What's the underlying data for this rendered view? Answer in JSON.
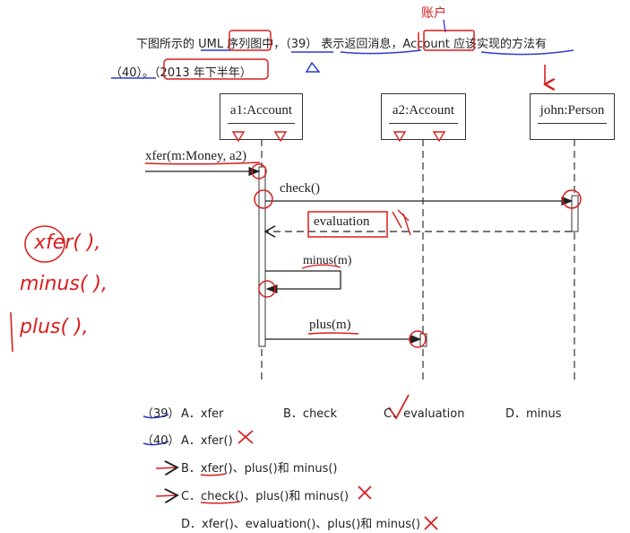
{
  "question": {
    "line1": "下图所示的 UML 序列图中，（39） 表示返回消息，Account 应该实现的方法有",
    "line2": "（40）。（2013 年下半年）"
  },
  "objects": [
    {
      "name": "a1:Account"
    },
    {
      "name": "a2:Account"
    },
    {
      "name": "john:Person"
    }
  ],
  "messages": {
    "xfer": "xfer(m:Money, a2)",
    "check": "check()",
    "evaluation": "evaluation",
    "minus": "minus(m)",
    "plus": "plus(m)"
  },
  "q39": {
    "number": "（39）",
    "options": [
      "A．xfer",
      "B．check",
      "C．evaluation",
      "D．minus"
    ]
  },
  "q40": {
    "number": "（40）",
    "options": [
      "A．xfer()",
      "B．xfer()、plus()和 minus()",
      "C．check()、plus()和 minus()",
      "D．xfer()、evaluation()、plus()和 minus()"
    ]
  },
  "annotations": {
    "top_note": "账户",
    "margin_list": [
      "xfer( ),",
      "minus( ),",
      "plus( ),"
    ]
  },
  "colors": {
    "annotation": "#d81e1e",
    "underline": "#2a3bd6",
    "diagram": "#333333"
  }
}
